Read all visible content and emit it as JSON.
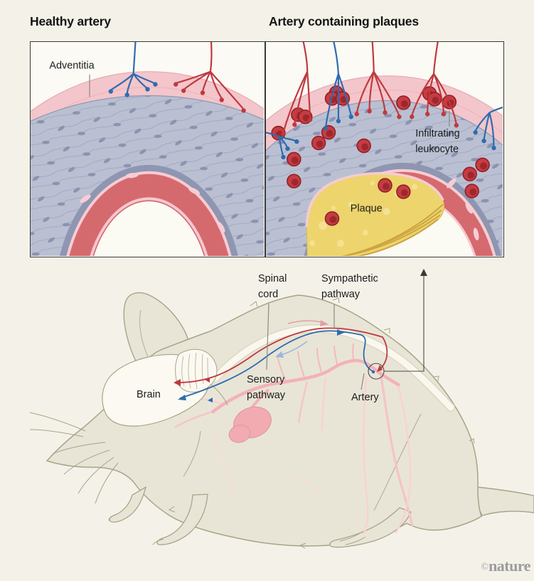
{
  "titles": {
    "healthy": "Healthy artery",
    "plaques": "Artery containing plaques"
  },
  "healthy_panel": {
    "adventitia_label": "Adventitia"
  },
  "plaque_panel": {
    "infiltrating_line1": "Infiltrating",
    "infiltrating_line2": "leukocyte",
    "plaque_label": "Plaque"
  },
  "mouse_diagram": {
    "spinal_line1": "Spinal",
    "spinal_line2": "cord",
    "sympathetic_line1": "Sympathetic",
    "sympathetic_line2": "pathway",
    "sensory_line1": "Sensory",
    "sensory_line2": "pathway",
    "brain_label": "Brain",
    "artery_label": "Artery"
  },
  "footer": {
    "credit_symbol": "©",
    "credit_name": "nature"
  },
  "colors": {
    "background": "#f4f2e8",
    "panel_background": "#fbfaf5",
    "nerve_red": "#bf393e",
    "nerve_blue": "#2e6cb0",
    "adventitia_pink": "#f3c6cb",
    "media_gray_blue": "#bac0d2",
    "elastic_lamina": "#8e96b1",
    "intima_red": "#d56a6e",
    "plaque_yellow": "#eed46d",
    "leukocyte_red": "#c63c42",
    "mouse_body": "#e8e5d6",
    "mouse_outline": "#a8a388",
    "artery_pink": "#f3b2b8",
    "credit_gray": "#9c9c9c"
  }
}
